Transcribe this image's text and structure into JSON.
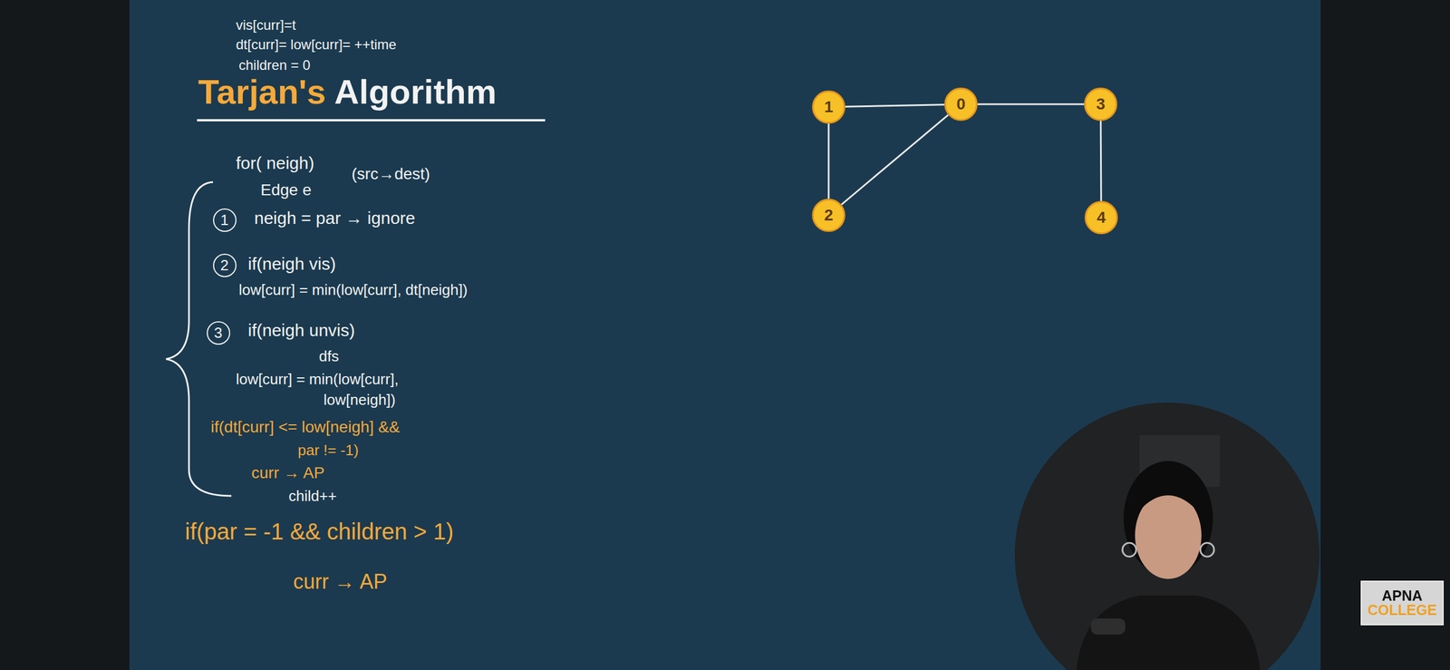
{
  "diagram": {
    "title": "Tarjan's Algorithm",
    "nodes": [
      {
        "text": [
          "1"
        ]
      },
      {
        "text": [
          "2"
        ]
      },
      {
        "text": [
          "3"
        ]
      },
      {
        "text": [
          "1"
        ]
      },
      {
        "text": [
          "0"
        ]
      },
      {
        "text": [
          "3"
        ]
      },
      {
        "text": [
          "2"
        ]
      },
      {
        "text": [
          "4"
        ]
      },
      {
        "text": [
          "APNA COLLEGE"
        ]
      }
    ],
    "edges": [
      {
        "from": 3,
        "to": 4,
        "arrow": "none"
      },
      {
        "from": 4,
        "to": 5,
        "arrow": "none"
      },
      {
        "from": 3,
        "to": 6,
        "arrow": "none"
      },
      {
        "from": 4,
        "to": 6,
        "arrow": "none"
      },
      {
        "from": 5,
        "to": 7,
        "arrow": "none"
      }
    ],
    "labels": [
      "vis[curr]=t",
      "dt[curr]= low[curr]= ++time",
      "children = 0",
      "for( neigh)",
      "(src→dest)",
      "Edge e",
      "neigh = par → ignore",
      "if(neigh vis)",
      "low[curr] = min(low[curr], dt[neigh])",
      "if(neigh unvis)",
      "dfs",
      "low[curr] = min(low[curr],",
      "low[neigh])",
      "if(dt[curr] <= low[neigh] &&",
      "par != -1)",
      "curr → AP",
      "child++",
      "if(par = -1 && children > 1)",
      "curr → AP"
    ]
  }
}
